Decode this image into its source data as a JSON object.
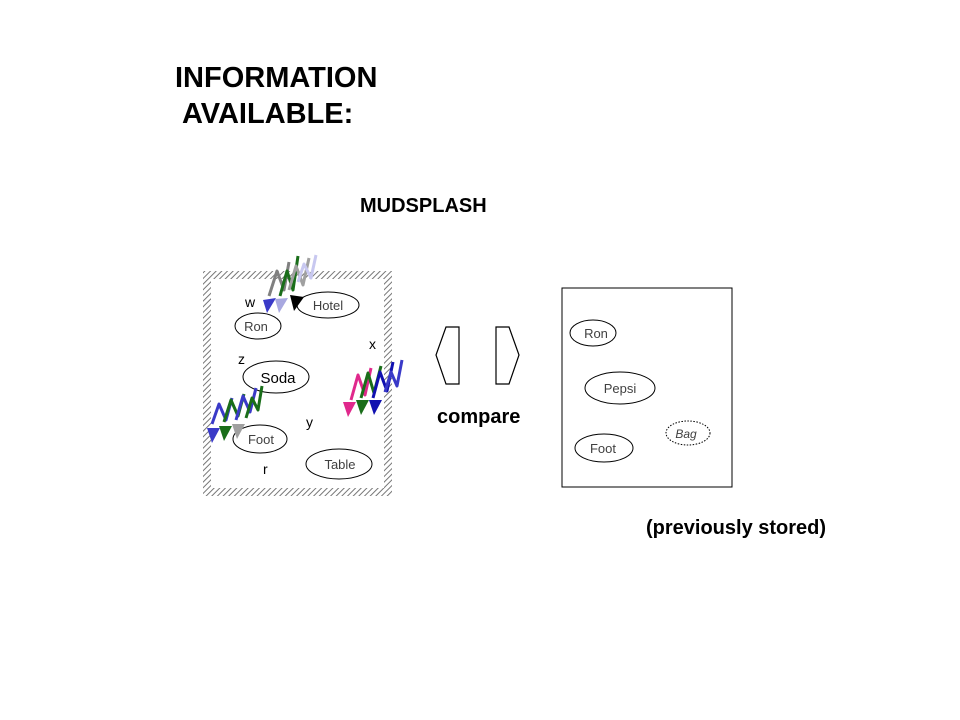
{
  "heading": {
    "line1": "INFORMATION",
    "line2": "AVAILABLE:"
  },
  "scene_title": "MUDSPLASH",
  "left_scene": {
    "objects": [
      "Hotel",
      "Ron",
      "Soda",
      "Foot",
      "Table"
    ],
    "letters": [
      "w",
      "z",
      "x",
      "y",
      "r"
    ]
  },
  "compare_label": "compare",
  "right_scene": {
    "objects": [
      "Ron",
      "Pepsi",
      "Foot",
      "Bag"
    ]
  },
  "stored_note": "(previously stored)",
  "colors": {
    "frame_hatch": "#888888",
    "blue": "#3a3ac8",
    "green": "#1a6e1a",
    "gray": "#a0a0a0",
    "magenta": "#e0288c",
    "navy": "#1010b0",
    "lavender": "#c8c8f0",
    "black": "#000000"
  }
}
